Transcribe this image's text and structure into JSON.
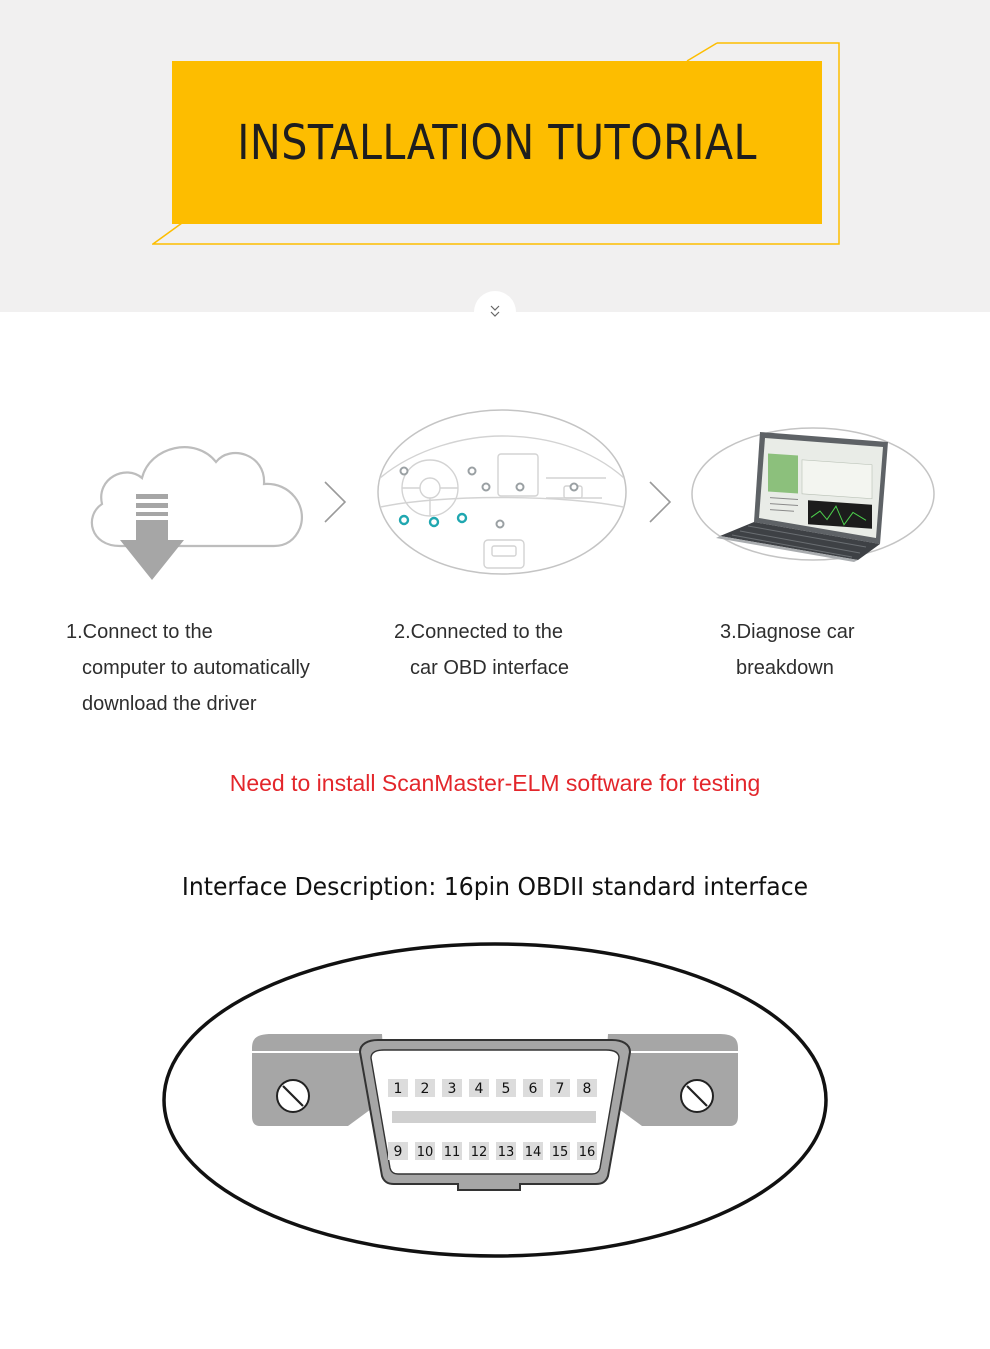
{
  "header": {
    "title": "INSTALLATION TUTORIAL"
  },
  "steps": [
    {
      "lines": [
        "1.Connect to the",
        "computer to automatically",
        "download the driver"
      ],
      "art_icon": "cloud-download-icon"
    },
    {
      "lines": [
        "2.Connected to the",
        "car OBD interface"
      ],
      "art_icon": "car-dashboard-icon"
    },
    {
      "lines": [
        "3.Diagnose car",
        "breakdown"
      ],
      "art_icon": "laptop-icon"
    }
  ],
  "notice": "Need to install ScanMaster-ELM software for testing",
  "interface": {
    "title": "Interface Description: 16pin OBDII standard interface",
    "pins_top": [
      "1",
      "2",
      "3",
      "4",
      "5",
      "6",
      "7",
      "8"
    ],
    "pins_bottom": [
      "9",
      "10",
      "11",
      "12",
      "13",
      "14",
      "15",
      "16"
    ]
  },
  "colors": {
    "accent": "#fdbd00",
    "notice": "#e3262b",
    "band": "#f1f0f0",
    "pin_teal": "#20a7b0"
  }
}
